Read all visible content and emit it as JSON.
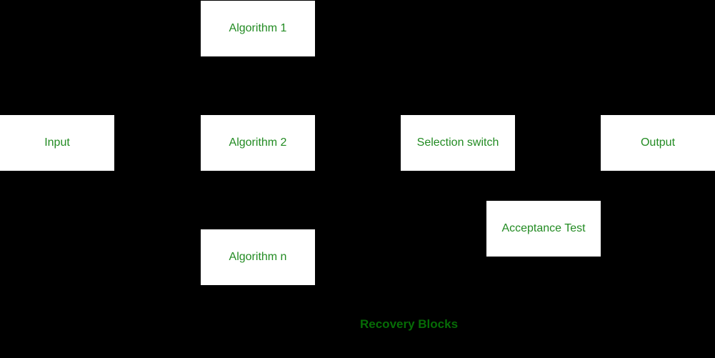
{
  "colors": {
    "background": "#000000",
    "node_fill": "#ffffff",
    "node_text": "#228B22",
    "caption_text": "#066c06"
  },
  "diagram": {
    "caption": "Recovery Blocks",
    "nodes": [
      {
        "id": "algorithm-1",
        "label": "Algorithm 1"
      },
      {
        "id": "input",
        "label": "Input"
      },
      {
        "id": "algorithm-2",
        "label": "Algorithm 2"
      },
      {
        "id": "selection-switch",
        "label": "Selection switch"
      },
      {
        "id": "output",
        "label": "Output"
      },
      {
        "id": "acceptance-test",
        "label": "Acceptance Test"
      },
      {
        "id": "algorithm-n",
        "label": "Algorithm n"
      }
    ]
  }
}
